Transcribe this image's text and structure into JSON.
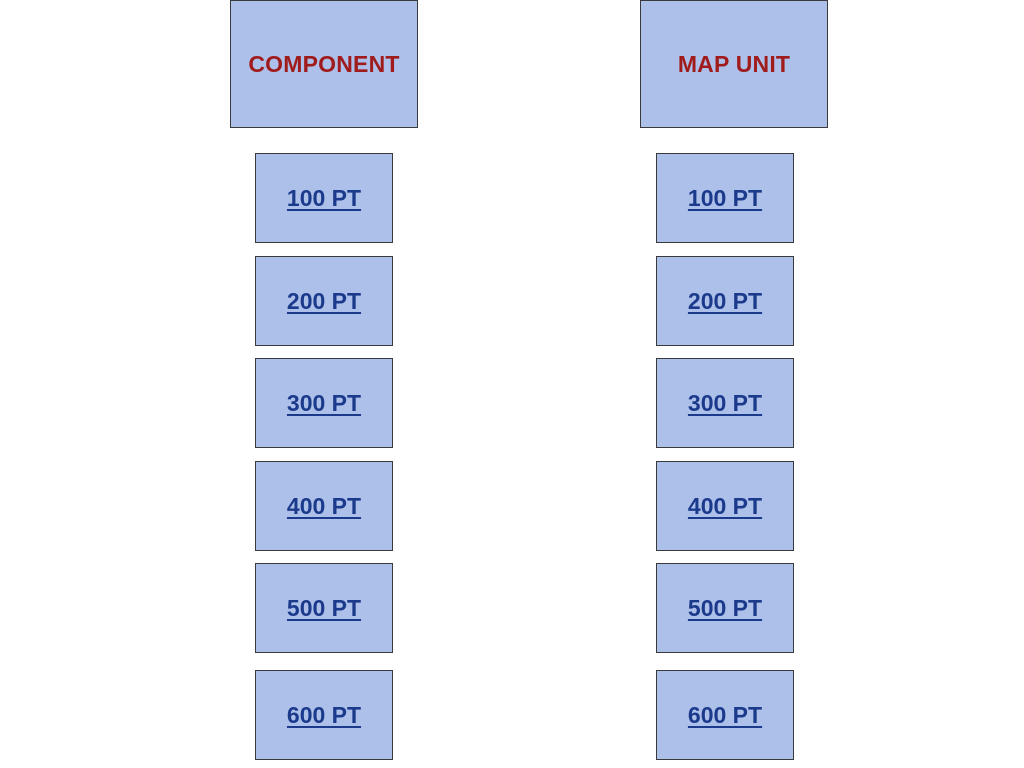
{
  "colors": {
    "tile_fill": "#adc0ea",
    "tile_border": "#3a3a3a",
    "header_text": "#a01c1c",
    "link_text": "#1c3a8c"
  },
  "categories": [
    {
      "title": "COMPONENT",
      "tiles": [
        "100 PT",
        "200 PT",
        "300 PT",
        "400 PT",
        "500 PT",
        "600 PT"
      ]
    },
    {
      "title": "MAP UNIT",
      "tiles": [
        "100 PT",
        "200 PT",
        "300 PT",
        "400 PT",
        "500 PT",
        "600 PT"
      ]
    }
  ]
}
